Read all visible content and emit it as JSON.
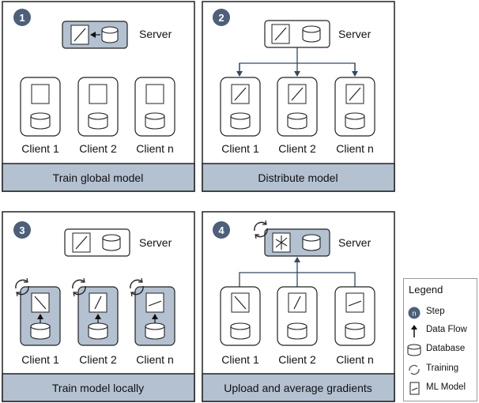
{
  "panels": [
    {
      "step": "1",
      "server_label": "Server",
      "caption": "Train global model",
      "clients": [
        "Client 1",
        "Client 2",
        "Client n"
      ]
    },
    {
      "step": "2",
      "server_label": "Server",
      "caption": "Distribute model",
      "clients": [
        "Client 1",
        "Client 2",
        "Client n"
      ]
    },
    {
      "step": "3",
      "server_label": "Server",
      "caption": "Train model locally",
      "clients": [
        "Client 1",
        "Client 2",
        "Client n"
      ]
    },
    {
      "step": "4",
      "server_label": "Server",
      "caption": "Upload and average gradients",
      "clients": [
        "Client 1",
        "Client 2",
        "Client n"
      ]
    }
  ],
  "legend": {
    "title": "Legend",
    "step_badge": "n",
    "items": {
      "step": "Step",
      "data_flow": "Data Flow",
      "database": "Database",
      "training": "Training",
      "ml_model": "ML Model"
    }
  },
  "colors": {
    "panel_border": "#222222",
    "caption_bar": "#b3c1d1",
    "highlight_fill": "#b3c1d1",
    "step_badge": "#4d5f7a",
    "arrow": "#2f4a63"
  }
}
